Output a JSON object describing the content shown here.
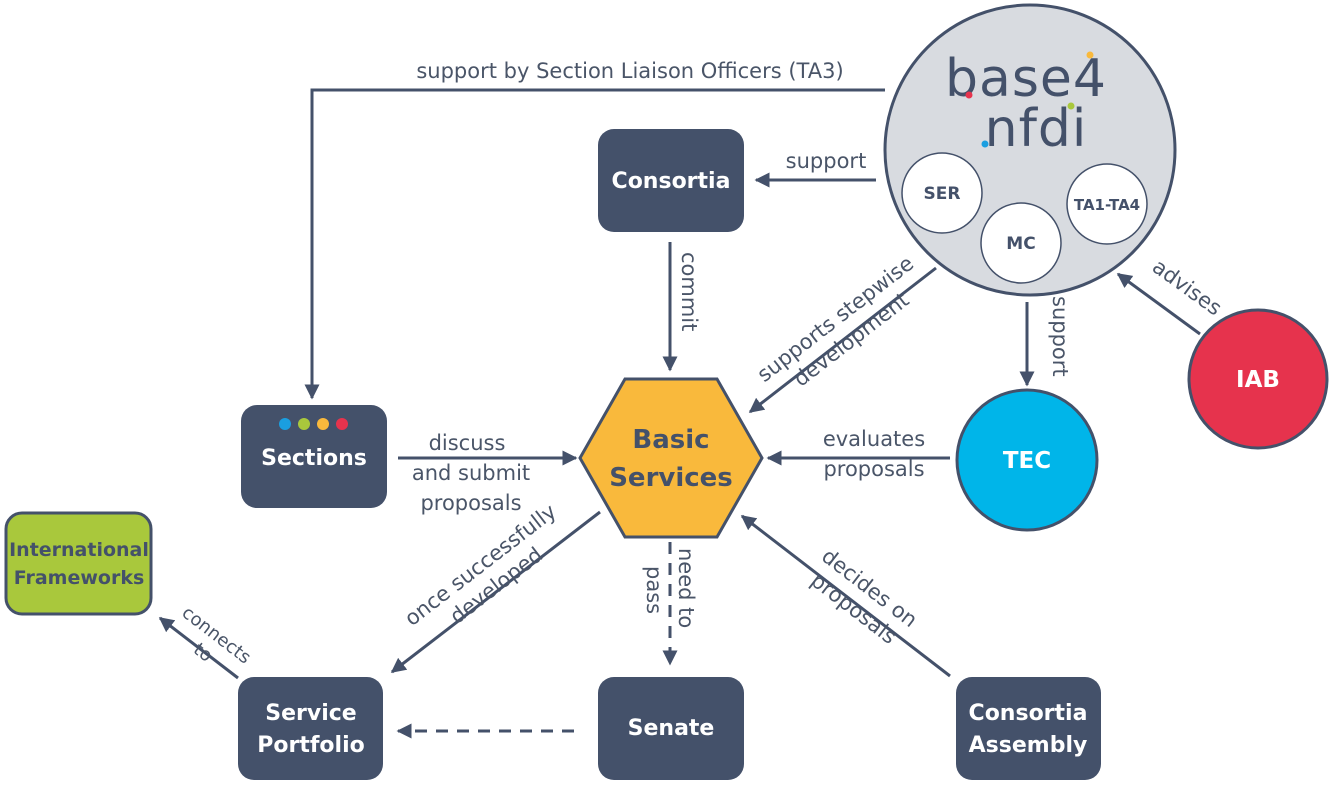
{
  "nodes": {
    "consortia": "Consortia",
    "sections": "Sections",
    "basic_services": [
      "Basic",
      "Services"
    ],
    "tec": "TEC",
    "iab": "IAB",
    "international_frameworks": [
      "International",
      "Frameworks"
    ],
    "service_portfolio": [
      "Service",
      "Portfolio"
    ],
    "senate": "Senate",
    "consortia_assembly": [
      "Consortia",
      "Assembly"
    ],
    "base4nfdi": {
      "logo_line1": "base4",
      "logo_line2": "nfdi",
      "members": [
        "SER",
        "MC",
        "TA1-TA4"
      ]
    }
  },
  "edges": {
    "support_liaison": "support by Section Liaison Officers (TA3)",
    "support_consortia": "support",
    "commit": "commit",
    "supports_stepwise": [
      "supports stepwise",
      "development"
    ],
    "support_tec": "support",
    "advises": "advises",
    "discuss_submit": [
      "discuss",
      "and submit",
      "proposals"
    ],
    "evaluates": [
      "evaluates",
      "proposals"
    ],
    "once_developed": [
      "once successfully",
      "developed"
    ],
    "need_to_pass": [
      "need to",
      "pass"
    ],
    "decides_on": [
      "decides on",
      "proposals"
    ],
    "connects_to": [
      "connects",
      "to"
    ]
  },
  "colors": {
    "node_dark": "#44516a",
    "hexagon": "#f9b93c",
    "tec": "#00b5e9",
    "iab": "#e6334d",
    "international": "#a9c83c",
    "base4nfdi_circle": "#d8dbe0",
    "logo_dot_blue": "#1a9ee0",
    "logo_dot_green": "#a9c83c",
    "logo_dot_orange": "#f9b93c",
    "logo_dot_red": "#e6334d"
  }
}
